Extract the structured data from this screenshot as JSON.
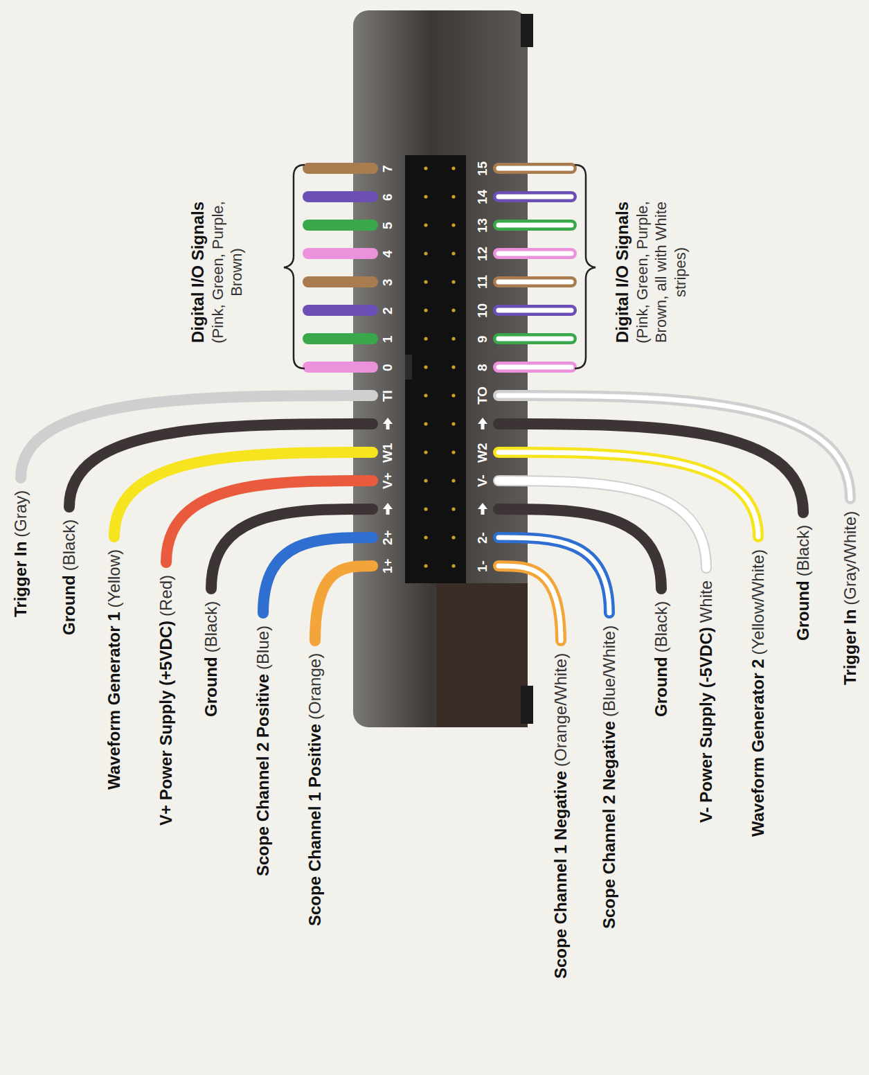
{
  "diagram": {
    "labels": [
      "7",
      "6",
      "5",
      "4",
      "3",
      "2",
      "1",
      "0",
      "TI",
      "W1",
      "V+",
      "2+",
      "1+",
      "15",
      "14",
      "13",
      "12",
      "11",
      "10",
      "9",
      "8",
      "TO",
      "W2",
      "V-",
      "2-",
      "1-",
      "Digital I/O Signals",
      "(Pink, Green, Purple, Brown)",
      "Digital I/O Signals",
      "(Pink, Green, Purple, Brown, all with White stripes)",
      "Trigger In",
      "(Gray)",
      "Ground",
      "(Black)",
      "Waveform Generator 1",
      "(Yellow)",
      "V+ Power Supply (+5VDC)",
      "(Red)",
      "Ground",
      "(Black)",
      "Scope Channel 2 Positive",
      "(Blue)",
      "Scope Channel 1 Positive",
      "(Orange)",
      "Scope Channel 1 Negative",
      "(Orange/White)",
      "Scope Channel 2 Negative",
      "(Blue/White)",
      "Ground",
      "(Black)",
      "V- Power Supply (-5VDC)",
      "White",
      "Waveform Generator 2",
      "(Yellow/White)",
      "Ground",
      "(Black)",
      "Trigger In",
      "(Gray/White)"
    ]
  }
}
